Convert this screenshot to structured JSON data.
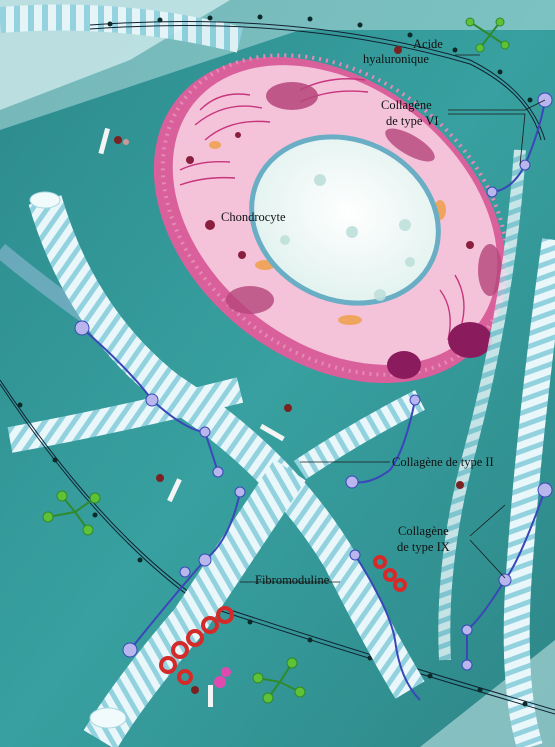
{
  "labels": {
    "acide_line1": "Acide",
    "acide_line2": "hyaluronique",
    "col6_line1": "Collagène",
    "col6_line2": "de type VI",
    "chondrocyte": "Chondrocyte",
    "col2": "Collagène de type II",
    "col9_line1": "Collagène",
    "col9_line2": "de type IX",
    "fibromoduline": "Fibromoduline"
  },
  "colors": {
    "matrix": "#2f8f90",
    "cell_membrane": "#d9609a",
    "cytoplasm": "#f4c3da",
    "nucleus": "#eef7f5",
    "nuclear_envelope": "#6aaec6",
    "collagen_fibril_light": "#e8f6f9",
    "collagen_fibril_band": "#8fd0de",
    "collagen_ix": "#3a47b8",
    "collagen_ix_bead": "#b9b6ee",
    "proteoglycan_red": "#d42a2a",
    "glycosaminoglycan_green": "#5fc236",
    "hyaluronic_acid": "#111111"
  }
}
